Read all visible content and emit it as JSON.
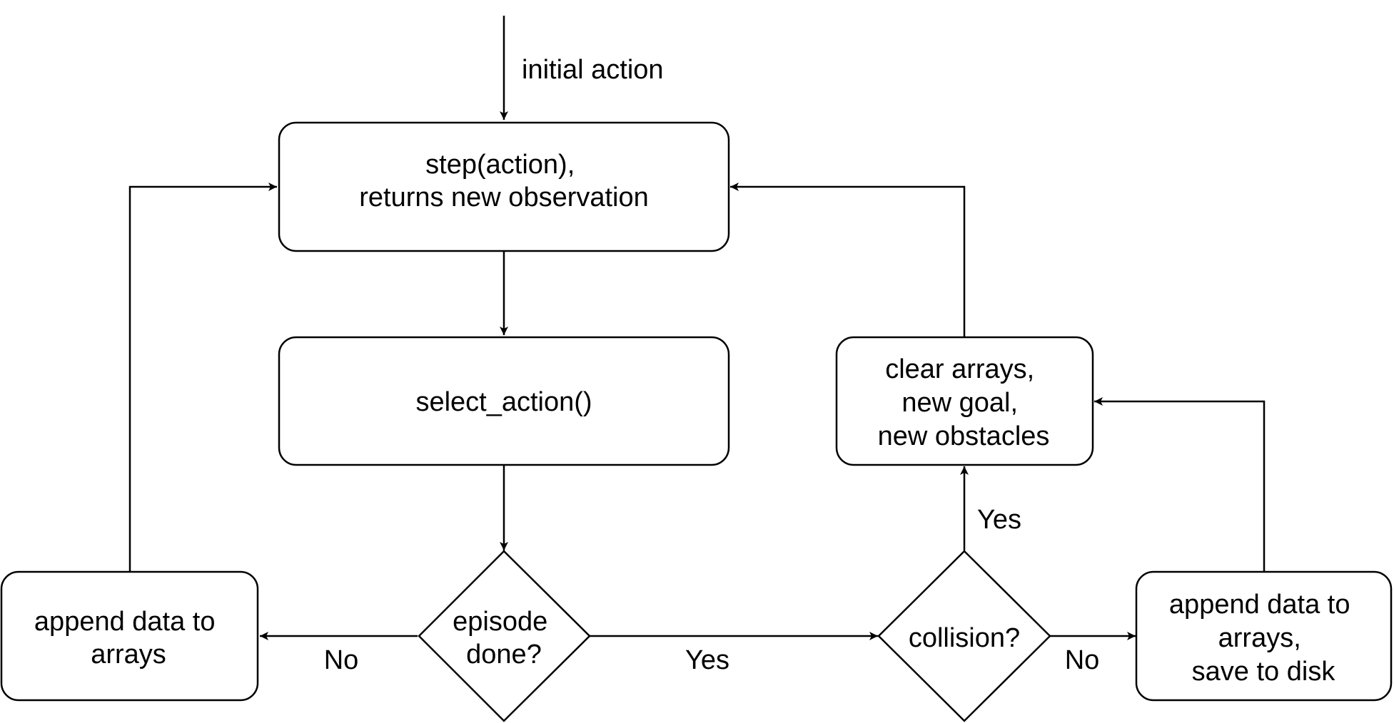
{
  "diagram": {
    "colors": {
      "stroke": "#000000",
      "fill": "#ffffff",
      "text": "#000000"
    },
    "entry_label": "initial action",
    "nodes": {
      "step": {
        "lines": [
          "step(action),",
          "returns new observation"
        ]
      },
      "select": {
        "lines": [
          "select_action()"
        ]
      },
      "done": {
        "lines": [
          "episode",
          "done?"
        ]
      },
      "append_left": {
        "lines": [
          "append data to",
          "arrays"
        ]
      },
      "collision": {
        "lines": [
          "collision?"
        ]
      },
      "clear": {
        "lines": [
          "clear arrays,",
          "new goal,",
          "new obstacles"
        ]
      },
      "append_right": {
        "lines": [
          "append data to",
          "arrays,",
          "save to disk"
        ]
      }
    },
    "edge_labels": {
      "done_no": "No",
      "done_yes": "Yes",
      "collision_yes": "Yes",
      "collision_no": "No"
    }
  }
}
